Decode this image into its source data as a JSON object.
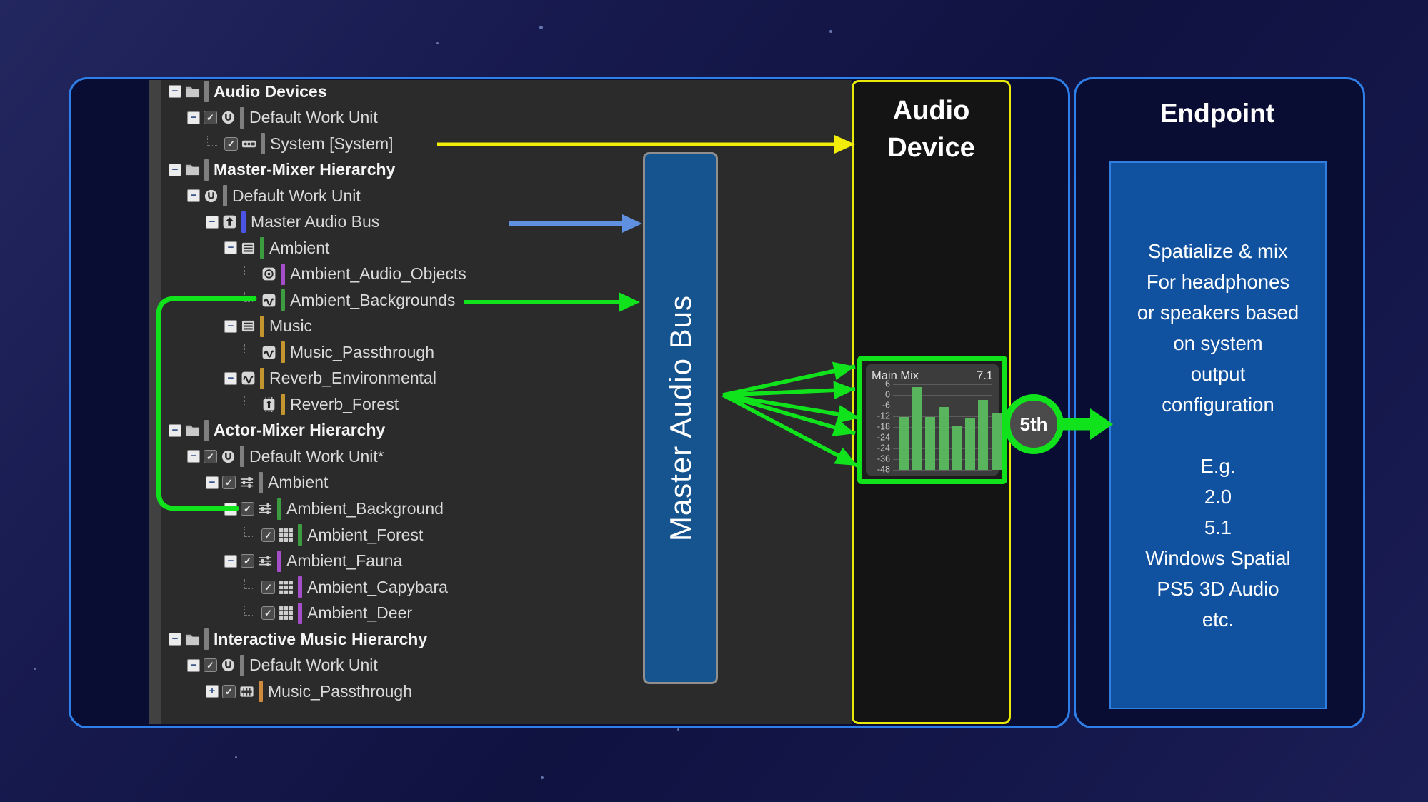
{
  "colors": {
    "accent_blue_border": "#2f7fe8",
    "yellow_arrow": "#f2ee0a",
    "blue_arrow": "#6090e0",
    "green_arrow": "#10e21c",
    "bus_fill": "#15548f",
    "device_border": "#e8e80a",
    "meter_bar_green": "#58b55e",
    "tree_bg": "#2b2b2b"
  },
  "tree": {
    "rows": [
      {
        "label": "Audio Devices",
        "bold": true,
        "level": 0,
        "expander": "minus",
        "checkbox": false,
        "icon": "folder-icon",
        "bar": "#7f7f7f"
      },
      {
        "label": "Default Work Unit",
        "bold": false,
        "level": 1,
        "expander": "minus",
        "checkbox": true,
        "icon": "work-unit-icon",
        "bar": "#7f7f7f"
      },
      {
        "label": "System [System]",
        "bold": false,
        "level": 2,
        "expander": null,
        "checkbox": true,
        "icon": "device-icon",
        "bar": "#7f7f7f"
      },
      {
        "label": "Master-Mixer Hierarchy",
        "bold": true,
        "level": 0,
        "expander": "minus",
        "checkbox": false,
        "icon": "folder-icon",
        "bar": "#7f7f7f"
      },
      {
        "label": "Default Work Unit",
        "bold": false,
        "level": 1,
        "expander": "minus",
        "checkbox": false,
        "icon": "work-unit-icon",
        "bar": "#7f7f7f"
      },
      {
        "label": "Master Audio Bus",
        "bold": false,
        "level": 2,
        "expander": "minus",
        "checkbox": false,
        "icon": "master-bus-icon",
        "bar": "#4a55e6"
      },
      {
        "label": "Ambient",
        "bold": false,
        "level": 3,
        "expander": "minus",
        "checkbox": false,
        "icon": "bus-icon",
        "bar": "#3b9c40"
      },
      {
        "label": "Ambient_Audio_Objects",
        "bold": false,
        "level": 4,
        "expander": null,
        "checkbox": false,
        "icon": "audio-object-icon",
        "bar": "#a44fc9"
      },
      {
        "label": "Ambient_Backgrounds",
        "bold": false,
        "level": 4,
        "expander": null,
        "checkbox": false,
        "icon": "waveform-icon",
        "bar": "#3b9c40"
      },
      {
        "label": "Music",
        "bold": false,
        "level": 3,
        "expander": "minus",
        "checkbox": false,
        "icon": "bus-icon",
        "bar": "#c2952f"
      },
      {
        "label": "Music_Passthrough",
        "bold": false,
        "level": 4,
        "expander": null,
        "checkbox": false,
        "icon": "waveform-icon",
        "bar": "#c2952f"
      },
      {
        "label": "Reverb_Environmental",
        "bold": false,
        "level": 3,
        "expander": "minus",
        "checkbox": false,
        "icon": "waveform-icon",
        "bar": "#c2952f"
      },
      {
        "label": "Reverb_Forest",
        "bold": false,
        "level": 4,
        "expander": null,
        "checkbox": false,
        "icon": "aux-bus-icon",
        "bar": "#c2952f"
      },
      {
        "label": "Actor-Mixer Hierarchy",
        "bold": true,
        "level": 0,
        "expander": "minus",
        "checkbox": false,
        "icon": "folder-icon",
        "bar": "#7f7f7f"
      },
      {
        "label": "Default Work Unit*",
        "bold": false,
        "level": 1,
        "expander": "minus",
        "checkbox": true,
        "icon": "work-unit-icon",
        "bar": "#7f7f7f"
      },
      {
        "label": "Ambient",
        "bold": false,
        "level": 2,
        "expander": "minus",
        "checkbox": true,
        "icon": "actor-mixer-icon",
        "bar": "#7f7f7f"
      },
      {
        "label": "Ambient_Background",
        "bold": false,
        "level": 3,
        "expander": "minus",
        "checkbox": true,
        "icon": "actor-mixer-icon",
        "bar": "#3b9c40"
      },
      {
        "label": "Ambient_Forest",
        "bold": false,
        "level": 4,
        "expander": null,
        "checkbox": true,
        "icon": "grid-icon",
        "bar": "#3b9c40"
      },
      {
        "label": "Ambient_Fauna",
        "bold": false,
        "level": 3,
        "expander": "minus",
        "checkbox": true,
        "icon": "actor-mixer-icon",
        "bar": "#a44fc9"
      },
      {
        "label": "Ambient_Capybara",
        "bold": false,
        "level": 4,
        "expander": null,
        "checkbox": true,
        "icon": "grid-icon",
        "bar": "#a44fc9"
      },
      {
        "label": "Ambient_Deer",
        "bold": false,
        "level": 4,
        "expander": null,
        "checkbox": true,
        "icon": "grid-icon",
        "bar": "#a44fc9"
      },
      {
        "label": "Interactive Music Hierarchy",
        "bold": true,
        "level": 0,
        "expander": "minus",
        "checkbox": false,
        "icon": "folder-icon",
        "bar": "#7f7f7f"
      },
      {
        "label": "Default Work Unit",
        "bold": false,
        "level": 1,
        "expander": "minus",
        "checkbox": true,
        "icon": "work-unit-icon",
        "bar": "#7f7f7f"
      },
      {
        "label": "Music_Passthrough",
        "bold": false,
        "level": 2,
        "expander": "plus",
        "checkbox": true,
        "icon": "music-segment-icon",
        "bar": "#cf8b3d"
      }
    ]
  },
  "bus": {
    "label": "Master Audio Bus"
  },
  "audio_device": {
    "title": "Audio Device"
  },
  "meter": {
    "title": "Main Mix",
    "channel_config": "7.1",
    "ticks": [
      "6",
      "0",
      "-6",
      "-12",
      "-18",
      "-24",
      "-24",
      "-36",
      "-48"
    ],
    "bar_percents": [
      62,
      97,
      62,
      73,
      52,
      60,
      82,
      67
    ],
    "bar_values_db": [
      -12,
      5,
      -12,
      -7,
      -18,
      -13,
      -3,
      -10
    ]
  },
  "badge": {
    "label": "5th"
  },
  "endpoint": {
    "title": "Endpoint",
    "lines": [
      "Spatialize & mix",
      "For headphones",
      "or speakers based",
      "on system",
      "output",
      "configuration",
      "",
      "E.g.",
      "2.0",
      "5.1",
      "Windows Spatial",
      "PS5 3D Audio",
      "etc."
    ]
  }
}
